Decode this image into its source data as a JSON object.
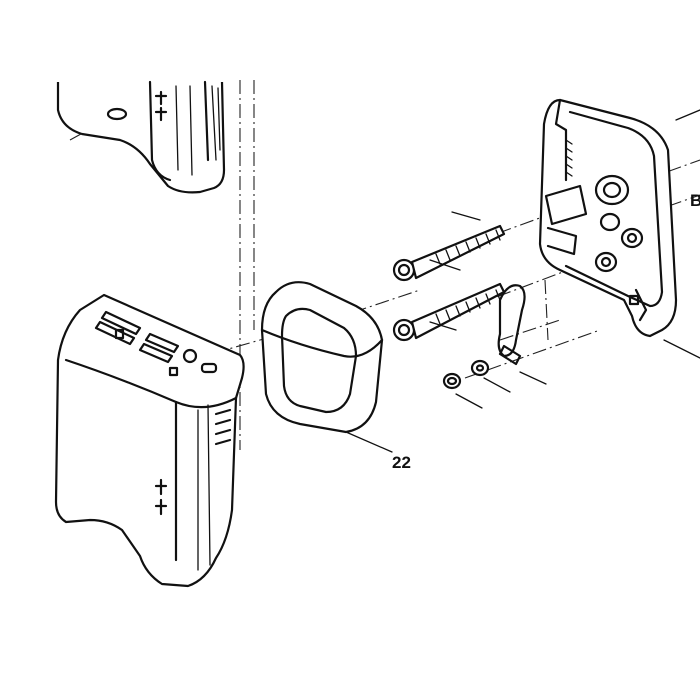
{
  "callouts": [
    {
      "id": "22",
      "label": "22"
    }
  ],
  "edge_label": {
    "text": "B"
  }
}
